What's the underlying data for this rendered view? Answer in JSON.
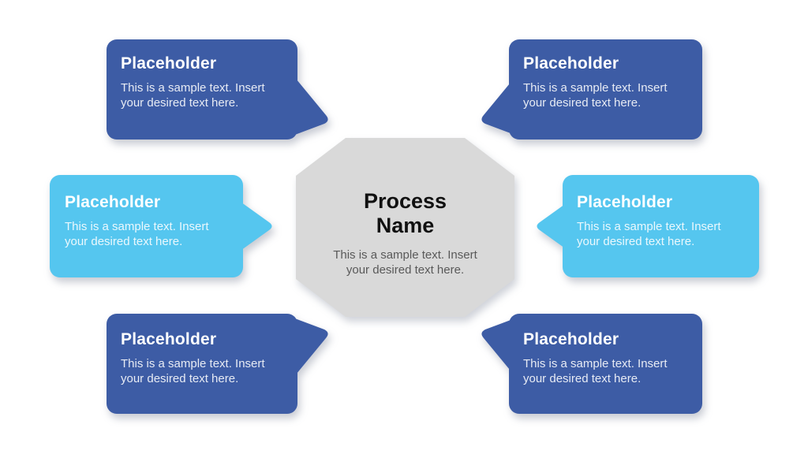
{
  "slide": {
    "name": "process-diagram-slide",
    "colors": {
      "dark_blue": "#3D5CA5",
      "light_blue": "#55C6EF",
      "octagon_gray": "#D9D9D9",
      "background": "#FFFFFF",
      "title_text": "#FFFFFF",
      "body_text": "#E7EDF7",
      "center_title_text": "#111111",
      "center_body_text": "#595959"
    },
    "center": {
      "title": "Process Name",
      "body": "This is a sample text. Insert your desired text here."
    },
    "callouts": [
      {
        "position": "top-left",
        "title": "Placeholder",
        "body": "This is a sample text. Insert your desired text here."
      },
      {
        "position": "top-right",
        "title": "Placeholder",
        "body": "This is a sample text. Insert your desired text here."
      },
      {
        "position": "middle-left",
        "title": "Placeholder",
        "body": "This is a sample text. Insert your desired text here."
      },
      {
        "position": "middle-right",
        "title": "Placeholder",
        "body": "This is a sample text. Insert your desired text here."
      },
      {
        "position": "bottom-left",
        "title": "Placeholder",
        "body": "This is a sample text. Insert your desired text here."
      },
      {
        "position": "bottom-right",
        "title": "Placeholder",
        "body": "This is a sample text. Insert your desired text here."
      }
    ]
  }
}
